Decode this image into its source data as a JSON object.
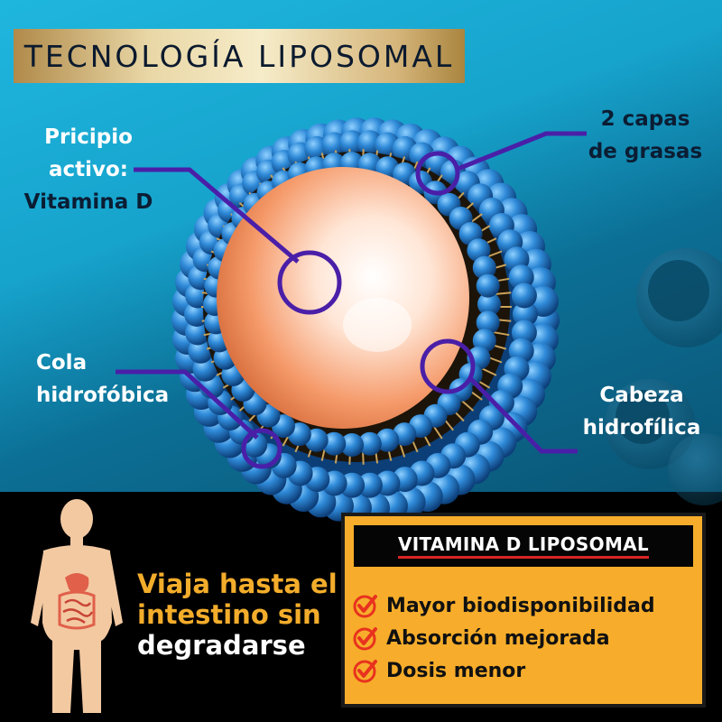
{
  "title": "TECNOLOGÍA LIPOSOMAL",
  "labels": {
    "principio": [
      "Pricipio",
      "activo:",
      "Vitamina D"
    ],
    "capas": [
      "2 capas",
      "de grasas"
    ],
    "cola": [
      "Cola",
      "hidrofóbica"
    ],
    "cabeza": [
      "Cabeza",
      "hidrofílica"
    ]
  },
  "slogan": [
    "Viaja hasta el",
    "intestino sin",
    "degradarse"
  ],
  "panel": {
    "title": "VITAMINA D LIPOSOMAL",
    "benefits": [
      "Mayor biodisponibilidad",
      "Absorción mejorada",
      "Dosis menor"
    ]
  },
  "colors": {
    "accent_orange": "#f7ad2b",
    "pointer_purple": "#4a1fa8",
    "liposome_blue": "#1f74c4",
    "check_red": "#e8321e"
  },
  "icons": [
    "human-body-icon",
    "check-icon"
  ]
}
